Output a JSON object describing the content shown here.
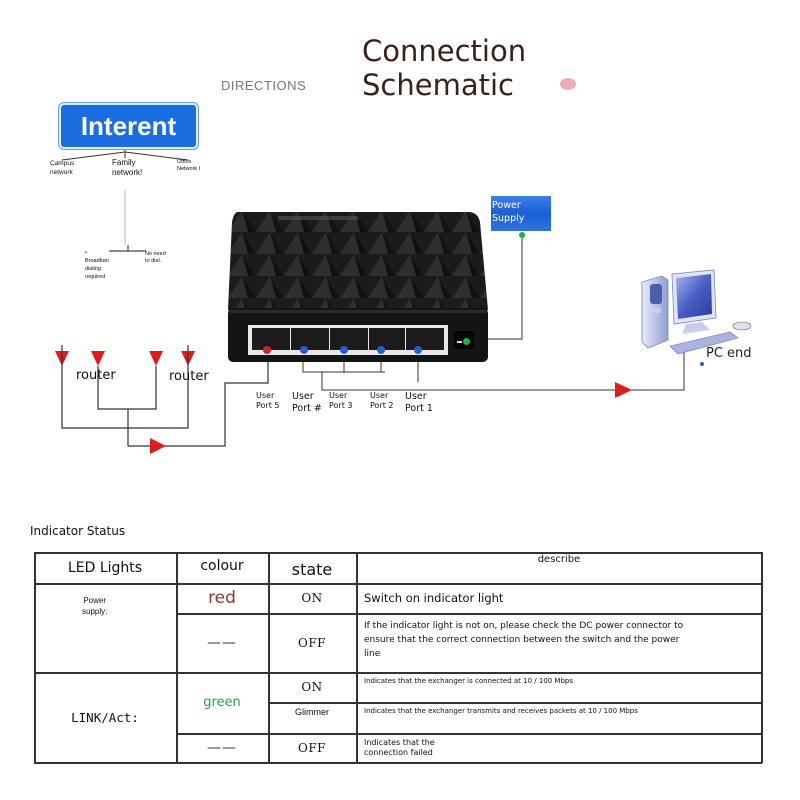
{
  "header": {
    "directions_label": "DIRECTIONS",
    "title_line1": "Connection",
    "title_line2": "Schematic"
  },
  "diagram": {
    "internet_label": "Interent",
    "networks": [
      {
        "line1": "Campus",
        "line2": "network"
      },
      {
        "line1": "Family",
        "line2": "network!"
      },
      {
        "line1": "Office",
        "line2": "Network I"
      }
    ],
    "branch_notes": {
      "left": {
        "bullet": "•",
        "line1": "Broadban",
        "line2": "dialing",
        "line3": "required"
      },
      "right": {
        "line1": "No need",
        "line2": "to dial."
      }
    },
    "routers": [
      "router",
      "router"
    ],
    "power_supply": {
      "line1": "Power",
      "line2": "Supply"
    },
    "ports": [
      {
        "line1": "User",
        "line2": "Port 5",
        "led": "red"
      },
      {
        "line1": "User",
        "line2": "Port #",
        "led": "blue"
      },
      {
        "line1": "User",
        "line2": "Port 3",
        "led": "blue"
      },
      {
        "line1": "User",
        "line2": "Port 2",
        "led": "blue"
      },
      {
        "line1": "User",
        "line2": "Port 1",
        "led": "blue"
      }
    ],
    "pc_label": "PC end",
    "colors": {
      "internet_blue": "#1a6ee0",
      "arrow_red": "#e01b1b",
      "led_red": "#d0202a",
      "led_blue": "#2a5bd4",
      "led_green": "#1fb43a",
      "switch_body": "#1a1a1a"
    }
  },
  "indicator_table": {
    "title": "Indicator Status",
    "headers": {
      "led_lights": "LED Lights",
      "colour": "colour",
      "state": "state",
      "describe": "describe"
    },
    "power_supply": {
      "label_line1": "Power",
      "label_line2": "supply:",
      "rows": [
        {
          "colour": "red",
          "state": "ON",
          "describe": "Switch on indicator light"
        },
        {
          "colour": "——",
          "state": "OFF",
          "describe": "If the indicator light is not on, please check the DC power connector to ensure that the correct connection between the switch and the power line"
        }
      ]
    },
    "link_act": {
      "label": "LINK/Act:",
      "colour_green": "green",
      "rows": [
        {
          "state": "ON",
          "describe": "Indicates that the exchanger is connected at 10 / 100 Mbps"
        },
        {
          "state": "Glimmer",
          "describe": "Indicates that the exchanger transmits and receives packets at 10 / 100 Mbps"
        },
        {
          "colour": "——",
          "state": "OFF",
          "describe_line1": "Indicates that the",
          "describe_line2": "connection failed"
        }
      ]
    }
  }
}
